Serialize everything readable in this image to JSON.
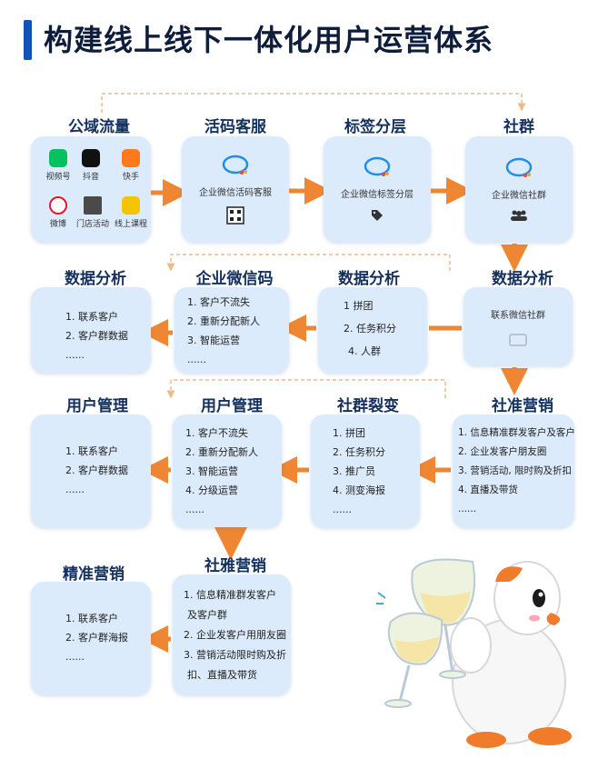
{
  "title": "构建线上线下一体化用户运营体系",
  "row1": {
    "col1": {
      "heading": "公域流量",
      "apps": [
        "视频号",
        "抖音",
        "快手",
        "微博",
        "门店活动",
        "线上课程"
      ]
    },
    "col2": {
      "heading": "活码客服",
      "label": "企业微信活码客服"
    },
    "col3": {
      "heading": "标签分层",
      "label": "企业微信标签分层"
    },
    "col4": {
      "heading": "社群",
      "label": "企业微信社群"
    }
  },
  "row2": {
    "col1": {
      "heading": "数据分析",
      "items": [
        "1. 联系客户",
        "2. 客户群数据",
        "......"
      ]
    },
    "col2": {
      "heading": "企业微信码",
      "items": [
        "1. 客户不流失",
        "2. 重新分配新人",
        "3. 智能运营",
        "......"
      ]
    },
    "col3": {
      "heading": "数据分析",
      "items": [
        "1 拼团",
        "2. 任务积分",
        "4. 人群"
      ]
    },
    "col4": {
      "heading": "数据分析",
      "label": "联系微信社群"
    }
  },
  "row3": {
    "col1": {
      "heading": "用户管理",
      "items": [
        "1. 联系客户",
        "2. 客户群数据",
        "......"
      ]
    },
    "col2": {
      "heading": "用户管理",
      "items": [
        "1. 客户不流失",
        "2. 重新分配新人",
        "3. 智能运营",
        "4. 分级运营",
        "......"
      ]
    },
    "col3": {
      "heading": "社群裂变",
      "items": [
        "1. 拼团",
        "2. 任务积分",
        "3. 推广员",
        "4. 测变海报",
        "......"
      ]
    },
    "col4": {
      "heading": "社准营销",
      "items": [
        "1. 信息精准群发客户及客户",
        "2. 企业发客户朋友圈",
        "3. 营销活动, 限时购及折扣",
        "4. 直播及带货",
        "......"
      ]
    }
  },
  "row4": {
    "col1": {
      "heading": "精准营销",
      "items": [
        "1. 联系客户",
        "2. 客户群海报",
        "......"
      ]
    },
    "col2": {
      "heading": "社雅营销",
      "items": [
        "1. 信息精准群发客户",
        "及客户群",
        "2. 企业发客户用朋友圈",
        "3. 营销活动限时购及折",
        "扣、直播及带货"
      ]
    }
  },
  "colors": {
    "accent": "#1452b8",
    "arrow": "#ef8633",
    "box": "#dcebfb",
    "dashed": "#f0b98a"
  },
  "icons": [
    "wechat-icon",
    "tiktok-icon",
    "kuaishou-icon",
    "weibo-icon",
    "store-icon",
    "course-icon",
    "qrcode-icon",
    "tag-icon",
    "group-icon",
    "chat-icon"
  ]
}
